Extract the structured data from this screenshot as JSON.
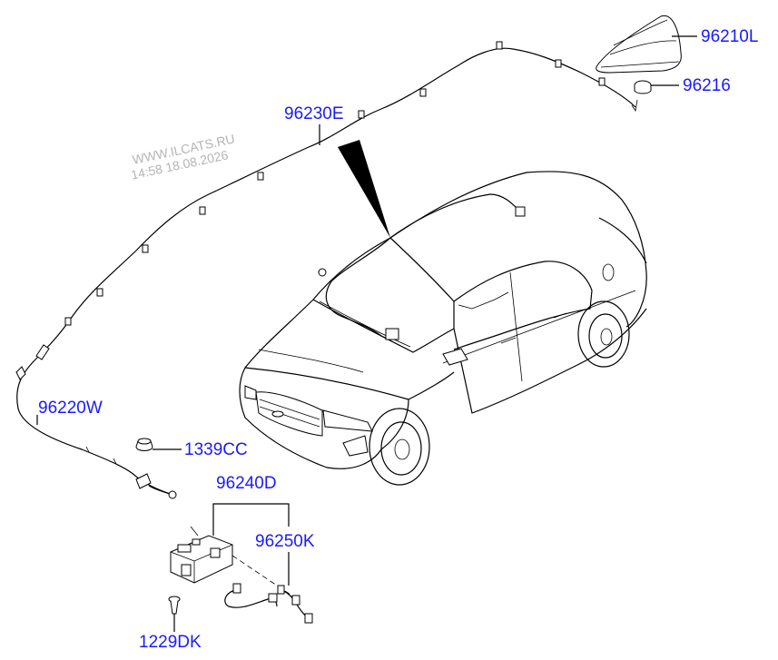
{
  "watermark": {
    "site": "WWW.ILCATS.RU",
    "timestamp": "14:58 18.08.2026"
  },
  "callouts": [
    {
      "id": "96210L",
      "label": "96210L"
    },
    {
      "id": "96216",
      "label": "96216"
    },
    {
      "id": "96230E",
      "label": "96230E"
    },
    {
      "id": "96220W",
      "label": "96220W"
    },
    {
      "id": "1339CC",
      "label": "1339CC"
    },
    {
      "id": "96240D",
      "label": "96240D"
    },
    {
      "id": "96250K",
      "label": "96250K"
    },
    {
      "id": "1229DK",
      "label": "1229DK"
    }
  ]
}
